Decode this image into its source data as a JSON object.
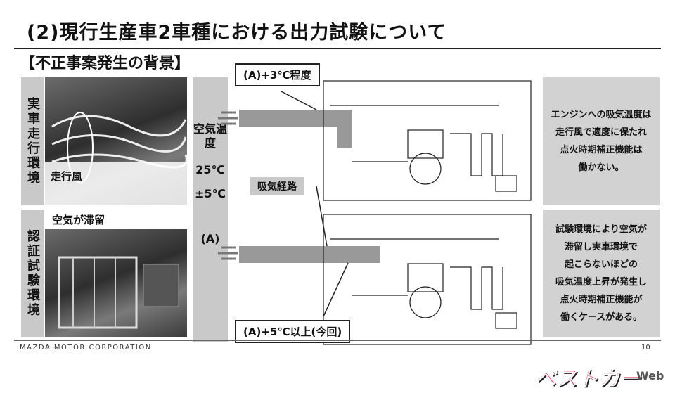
{
  "title": "(2)現行生産車2車種における出力試験について",
  "background_heading": "【不正事案発生の背景】",
  "road_env": {
    "label": "実車走行環境",
    "wind_label": "走行風"
  },
  "cert_env": {
    "label": "認証試験環境",
    "stagnant_label": "空気が滞留"
  },
  "air_temp_column": {
    "label": "空気温度",
    "value": "25℃",
    "tolerance": "±5℃",
    "symbol": "(A)"
  },
  "diagram": {
    "upper_callout": "(A)+3℃程度",
    "intake_path_label": "吸気経路",
    "lower_callout": "(A)+5℃以上(今回)"
  },
  "upper_box_lines": [
    "エンジンへの吸気温度は",
    "走行風で適度に保たれ",
    "点火時期補正機能は",
    "働かない。"
  ],
  "lower_box_lines": [
    "試験環境により空気が",
    "滞留し実車環境で",
    "起こらないほどの",
    "吸気温度上昇が発生し",
    "点火時期補正機能が",
    "働くケースがある。"
  ],
  "footer": {
    "company": "MAZDA MOTOR CORPORATION",
    "page": "10"
  },
  "watermark": {
    "brand": "ベストカー",
    "suffix": "Web"
  },
  "colors": {
    "panel_grey": "#c9c9c9",
    "box_grey": "#d2d2d2",
    "watermark_pink": "#e8315e"
  }
}
